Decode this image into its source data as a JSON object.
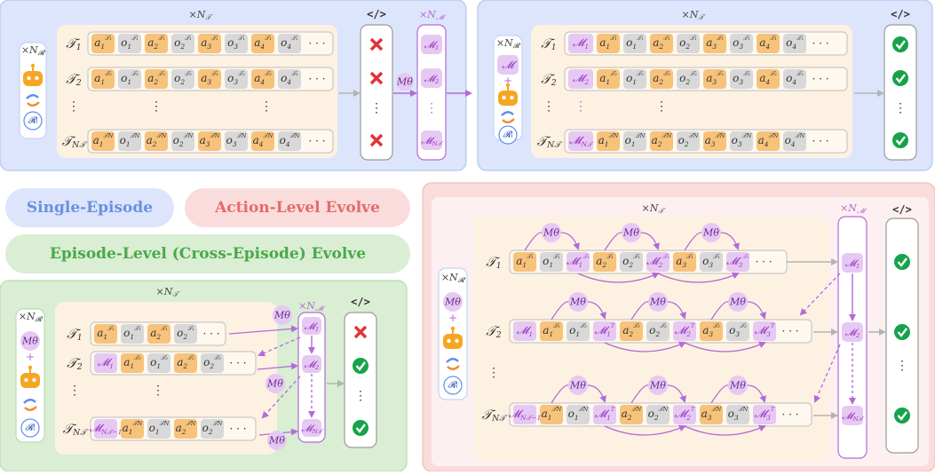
{
  "legend": {
    "single": "Single-Episode",
    "action": "Action-Level Evolve",
    "episode": "Episode-Level (Cross-Episode) Evolve"
  },
  "sym": {
    "tau": "𝒯",
    "mem": "𝓜",
    "mtheta": "Mθ",
    "r_i": "𝓡ᵢ",
    "x_nr": "×N",
    "x_nr_sub": "𝓡",
    "x_nt": "×N",
    "x_nt_sub": "𝒯",
    "x_nm": "×N",
    "x_nm_sub": "𝓜",
    "code": "</>",
    "dots": "· · ·",
    "vdots": "⋮",
    "plus": "+"
  },
  "colors": {
    "blue_bg": "#dce5fb",
    "blue_border": "#b3c5f2",
    "green_bg": "#d9eed3",
    "red_bg": "#fbdcdc",
    "traj_bg": "#fdf1e2",
    "action": "#f7c27a",
    "obs": "#d8d8d8",
    "memory": "#e6c9f3",
    "purple": "#b46ad8",
    "accent_text": "#9b3bc4",
    "check": "#16a34a",
    "cross": "#e0323a",
    "robot": "#f5a623"
  }
}
